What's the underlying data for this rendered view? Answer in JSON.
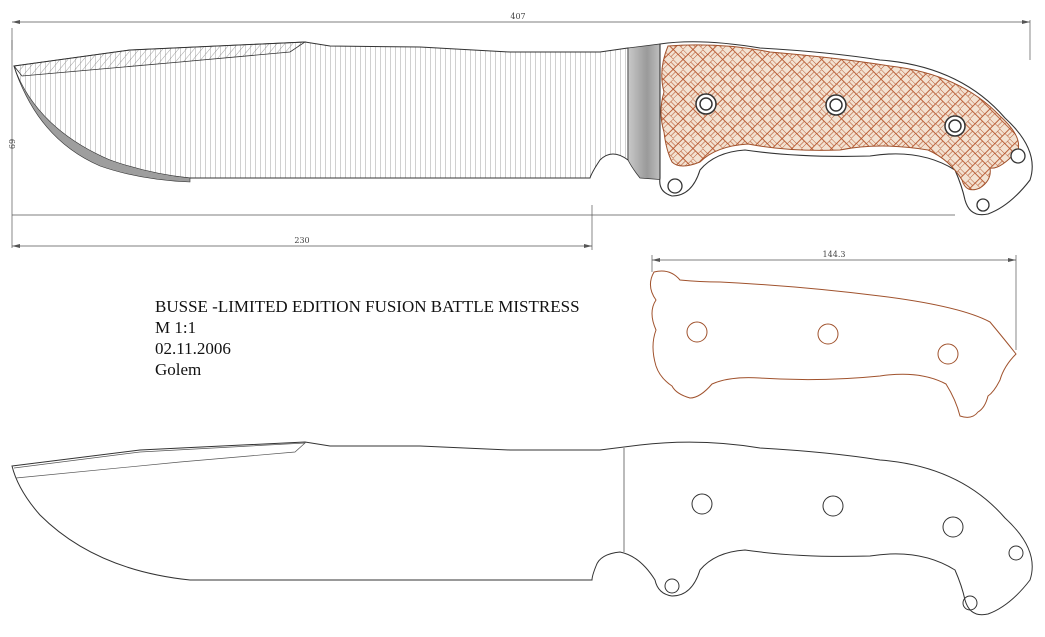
{
  "title_block": {
    "model": "BUSSE -LIMITED EDITION FUSION BATTLE MISTRESS",
    "scale": "M 1:1",
    "date": "02.11.2006",
    "author": "Golem"
  },
  "dimensions": {
    "overall_length": "407",
    "blade_length": "230",
    "height": "69",
    "handle_scale_length": "144.3"
  },
  "colors": {
    "outline": "#333333",
    "scale_outline": "#a0522d",
    "scale_fill": "#e9c6a8",
    "grind_shade": "#b8b8b8"
  }
}
